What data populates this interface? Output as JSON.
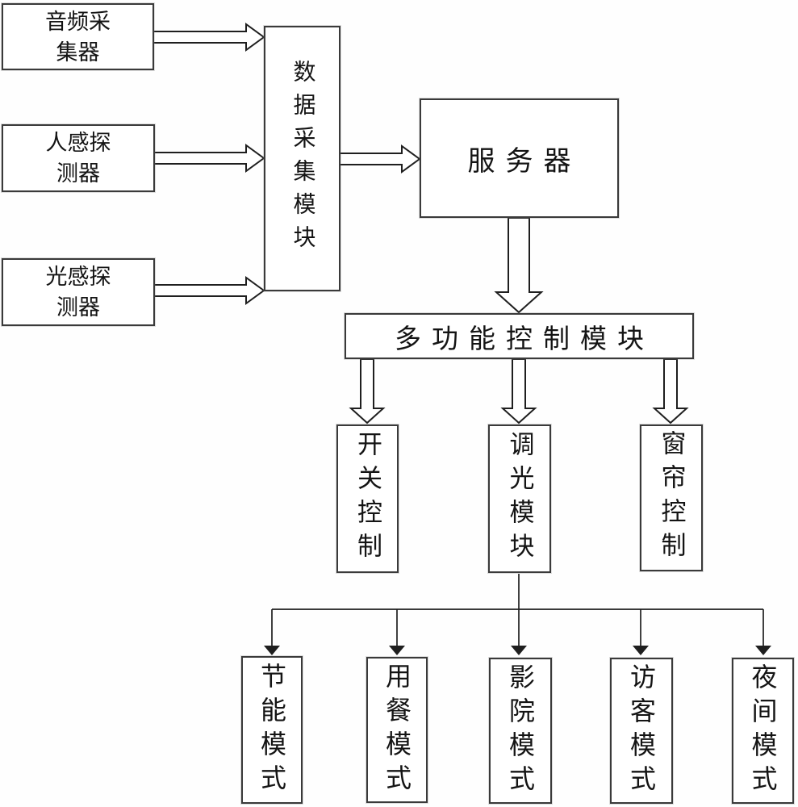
{
  "colors": {
    "background": "#fefefe",
    "line": "#1f1f1f",
    "box_border": "#3a3a3a",
    "text": "#141414",
    "arrow_fill": "#ffffff"
  },
  "nodes": {
    "audio_collector": {
      "label": "音频采\n集器"
    },
    "human_sensor": {
      "label": "人感探\n测器"
    },
    "light_sensor": {
      "label": "光感探\n测器"
    },
    "data_collection_module": {
      "label": "数据采集模块"
    },
    "server": {
      "label": "服务器"
    },
    "multi_function_control_module": {
      "label": "多功能控制模块"
    },
    "switch_control": {
      "label": "开关控制"
    },
    "dimming_module": {
      "label": "调光模块"
    },
    "curtain_control": {
      "label": "窗帘控制"
    },
    "energy_saving_mode": {
      "label": "节能模式"
    },
    "dining_mode": {
      "label": "用餐模式"
    },
    "cinema_mode": {
      "label": "影院模式"
    },
    "visitor_mode": {
      "label": "访客模式"
    },
    "night_mode": {
      "label": "夜间模式"
    }
  },
  "edges": [
    {
      "from": "audio_collector",
      "to": "data_collection_module",
      "style": "hollow-arrow"
    },
    {
      "from": "human_sensor",
      "to": "data_collection_module",
      "style": "hollow-arrow"
    },
    {
      "from": "light_sensor",
      "to": "data_collection_module",
      "style": "hollow-arrow"
    },
    {
      "from": "data_collection_module",
      "to": "server",
      "style": "hollow-arrow"
    },
    {
      "from": "server",
      "to": "multi_function_control_module",
      "style": "hollow-arrow"
    },
    {
      "from": "multi_function_control_module",
      "to": "switch_control",
      "style": "hollow-arrow"
    },
    {
      "from": "multi_function_control_module",
      "to": "dimming_module",
      "style": "hollow-arrow"
    },
    {
      "from": "multi_function_control_module",
      "to": "curtain_control",
      "style": "hollow-arrow"
    },
    {
      "from": "dimming_module",
      "to": "energy_saving_mode",
      "style": "thin-arrow"
    },
    {
      "from": "dimming_module",
      "to": "dining_mode",
      "style": "thin-arrow"
    },
    {
      "from": "dimming_module",
      "to": "cinema_mode",
      "style": "thin-arrow"
    },
    {
      "from": "dimming_module",
      "to": "visitor_mode",
      "style": "thin-arrow"
    },
    {
      "from": "dimming_module",
      "to": "night_mode",
      "style": "thin-arrow"
    }
  ]
}
